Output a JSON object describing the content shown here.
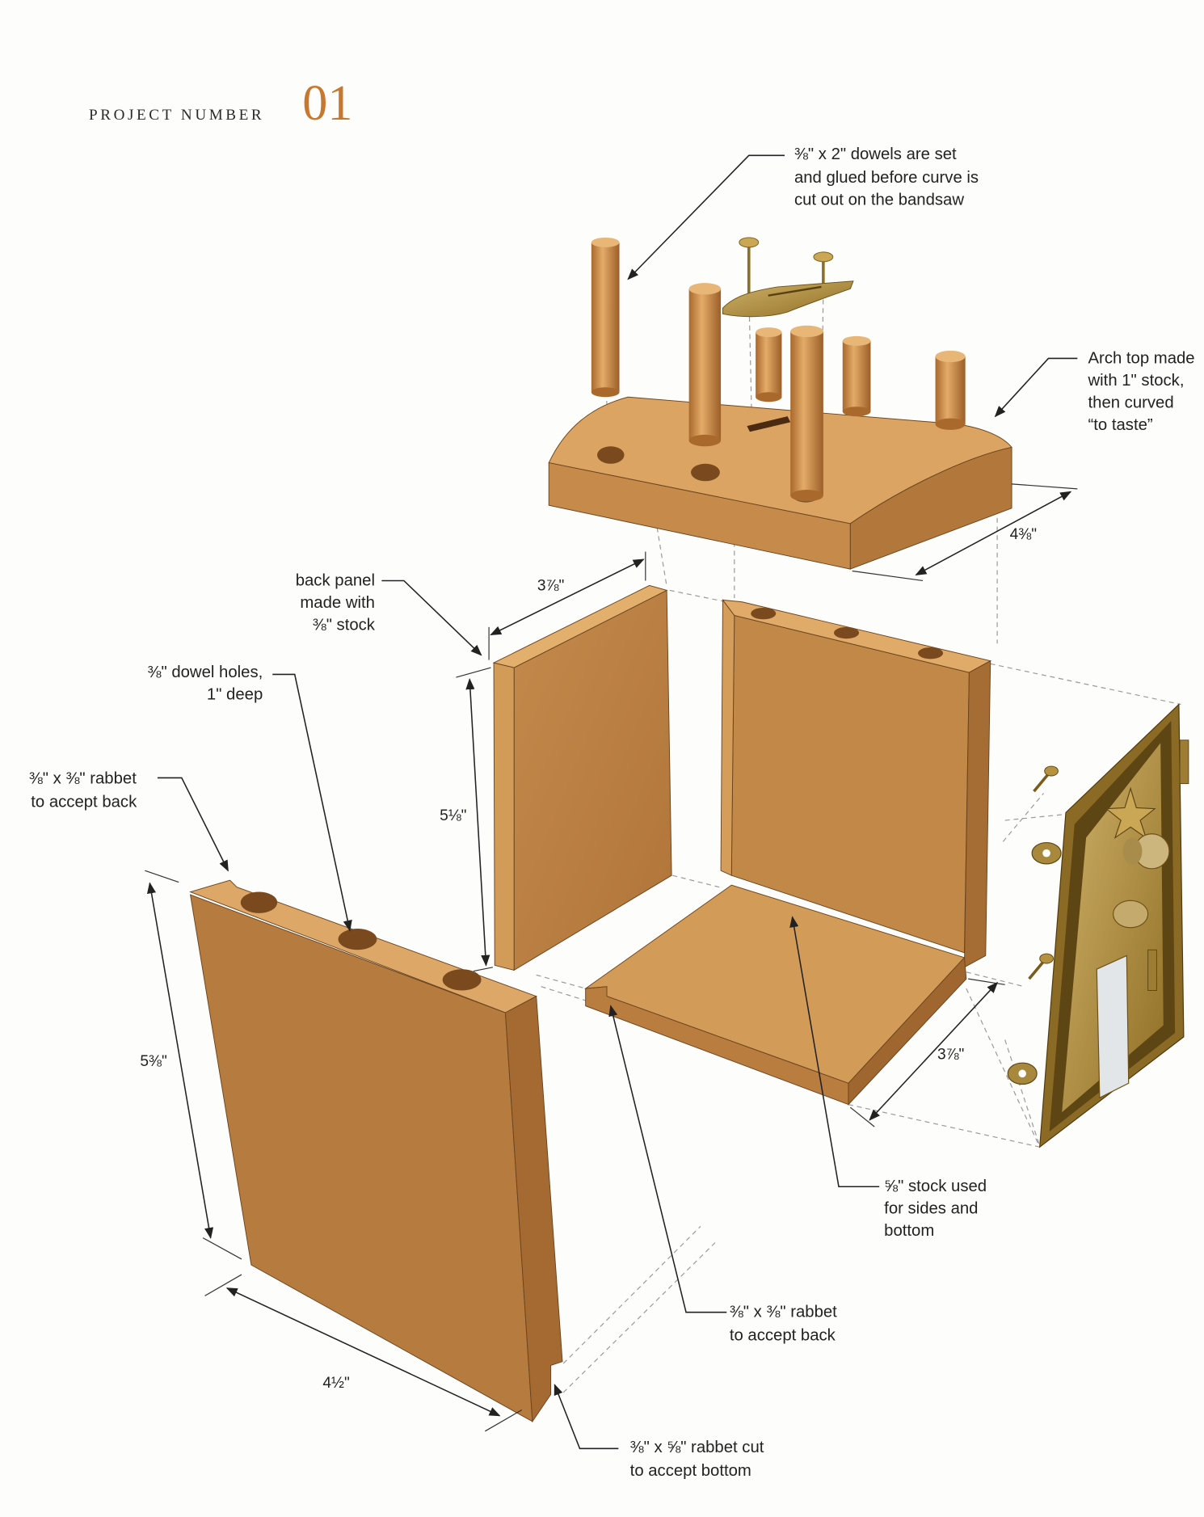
{
  "header": {
    "label": "PROJECT NUMBER",
    "number": "01"
  },
  "callouts": {
    "dowels": [
      "⅜\" x 2\" dowels are set",
      "and glued before curve is",
      "cut out on the bandsaw"
    ],
    "arch_top": [
      "Arch top made",
      "with 1\" stock,",
      "then curved",
      "“to taste”"
    ],
    "back_panel": [
      "back panel",
      "made with",
      "⅜\" stock"
    ],
    "dowel_holes": [
      "⅜\" dowel holes,",
      "1\" deep"
    ],
    "rabbet_back_side": [
      "⅜\" x ⅜\" rabbet",
      "to accept back"
    ],
    "stock_sides": [
      "⅝\" stock used",
      "for sides and",
      "bottom"
    ],
    "rabbet_back_bottom": [
      "⅜\" x ⅜\" rabbet",
      "to accept back"
    ],
    "rabbet_bottom": [
      "⅜\" x ⅝\" rabbet cut",
      "to accept bottom"
    ]
  },
  "dimensions": {
    "top_depth": "4⅜\"",
    "back_width": "3⅞\"",
    "back_height": "5⅛\"",
    "side_height": "5⅜\"",
    "bottom_depth": "3⅞\"",
    "side_width": "4½\""
  },
  "colors": {
    "accent": "#c8772e",
    "wood_light": "#dba462",
    "wood_mid": "#c0854a",
    "wood_dark": "#a36b32",
    "brass": "#b49240"
  }
}
